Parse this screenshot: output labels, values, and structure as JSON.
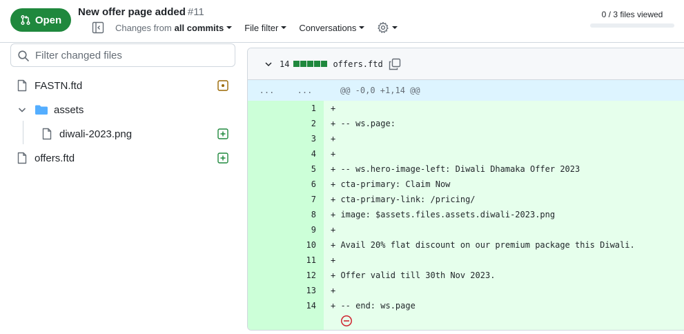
{
  "header": {
    "status_label": "Open",
    "title": "New offer page added",
    "number": "#11",
    "changes_prefix": "Changes from",
    "changes_value": "all commits",
    "file_filter_label": "File filter",
    "conversations_label": "Conversations",
    "files_viewed": "0 / 3 files viewed",
    "files_viewed_progress": 0
  },
  "filter": {
    "placeholder": "Filter changed files"
  },
  "tree": {
    "items": [
      {
        "label": "FASTN.ftd",
        "type": "file",
        "status": "modified"
      },
      {
        "label": "assets",
        "type": "folder",
        "expanded": true
      },
      {
        "label": "diwali-2023.png",
        "type": "file",
        "status": "added"
      },
      {
        "label": "offers.ftd",
        "type": "file",
        "status": "added"
      }
    ]
  },
  "diff": {
    "additions": "14",
    "filename": "offers.ftd",
    "hunk": {
      "left": "...",
      "right": "...",
      "text": "@@ -0,0 +1,14 @@"
    },
    "lines": [
      {
        "n": "1",
        "code": "+ "
      },
      {
        "n": "2",
        "code": "+ -- ws.page:"
      },
      {
        "n": "3",
        "code": "+ "
      },
      {
        "n": "4",
        "code": "+ "
      },
      {
        "n": "5",
        "code": "+ -- ws.hero-image-left: Diwali Dhamaka Offer 2023"
      },
      {
        "n": "6",
        "code": "+ cta-primary: Claim Now"
      },
      {
        "n": "7",
        "code": "+ cta-primary-link: /pricing/"
      },
      {
        "n": "8",
        "code": "+ image: $assets.files.assets.diwali-2023.png"
      },
      {
        "n": "9",
        "code": "+ "
      },
      {
        "n": "10",
        "code": "+ Avail 20% flat discount on our premium package this Diwali."
      },
      {
        "n": "11",
        "code": "+ "
      },
      {
        "n": "12",
        "code": "+ Offer valid till 30th Nov 2023."
      },
      {
        "n": "13",
        "code": "+ "
      },
      {
        "n": "14",
        "code": "+ -- end: ws.page"
      }
    ]
  },
  "colors": {
    "accent_green": "#1f883d",
    "folder_blue": "#54aeff",
    "modified_orange": "#9a6700",
    "removed_red": "#cf222e"
  },
  "icons": [
    "git-pull-request-icon",
    "sidebar-toggle-icon",
    "gear-icon",
    "search-icon",
    "file-icon",
    "folder-icon",
    "chevron-down-icon",
    "diff-modified-icon",
    "diff-added-icon",
    "copy-icon",
    "no-entry-icon"
  ]
}
